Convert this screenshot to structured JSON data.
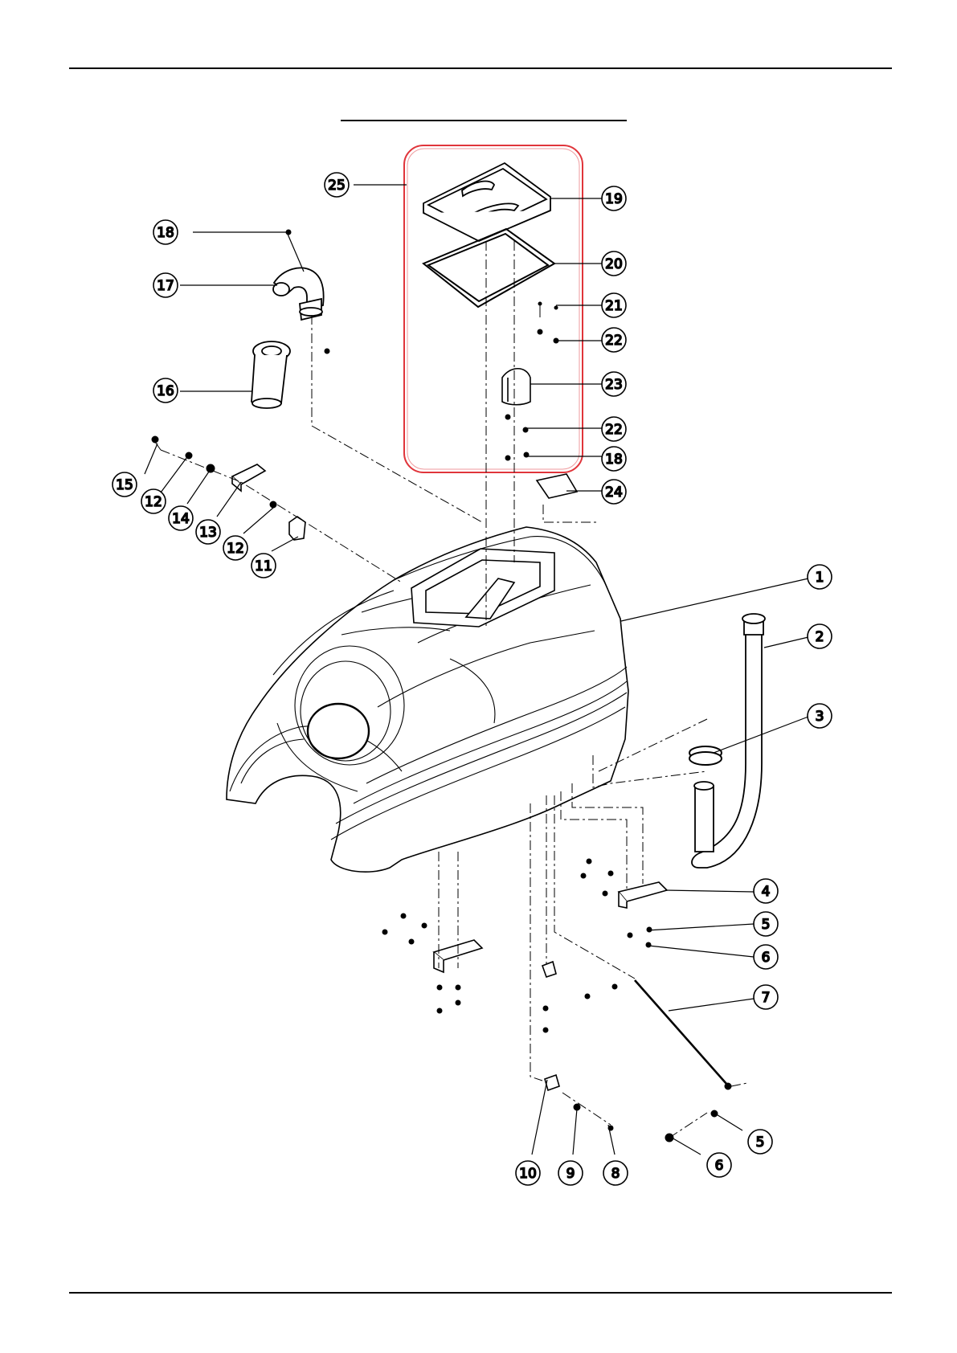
{
  "colors": {
    "line": "#000000",
    "highlight_frame": "#e0353b",
    "background": "#ffffff"
  },
  "callouts": [
    {
      "id": "c1",
      "label": "1"
    },
    {
      "id": "c2",
      "label": "2"
    },
    {
      "id": "c3",
      "label": "3"
    },
    {
      "id": "c4",
      "label": "4"
    },
    {
      "id": "c5a",
      "label": "5"
    },
    {
      "id": "c6a",
      "label": "6"
    },
    {
      "id": "c7",
      "label": "7"
    },
    {
      "id": "c5b",
      "label": "5"
    },
    {
      "id": "c6b",
      "label": "6"
    },
    {
      "id": "c8",
      "label": "8"
    },
    {
      "id": "c9",
      "label": "9"
    },
    {
      "id": "c10",
      "label": "10"
    },
    {
      "id": "c11",
      "label": "11"
    },
    {
      "id": "c12a",
      "label": "12"
    },
    {
      "id": "c13",
      "label": "13"
    },
    {
      "id": "c14",
      "label": "14"
    },
    {
      "id": "c12b",
      "label": "12"
    },
    {
      "id": "c15",
      "label": "15"
    },
    {
      "id": "c16",
      "label": "16"
    },
    {
      "id": "c17",
      "label": "17"
    },
    {
      "id": "c18a",
      "label": "18"
    },
    {
      "id": "c19",
      "label": "19"
    },
    {
      "id": "c20",
      "label": "20"
    },
    {
      "id": "c21",
      "label": "21"
    },
    {
      "id": "c22a",
      "label": "22"
    },
    {
      "id": "c23",
      "label": "23"
    },
    {
      "id": "c22b",
      "label": "22"
    },
    {
      "id": "c18b",
      "label": "18"
    },
    {
      "id": "c24",
      "label": "24"
    },
    {
      "id": "c25",
      "label": "25"
    }
  ]
}
